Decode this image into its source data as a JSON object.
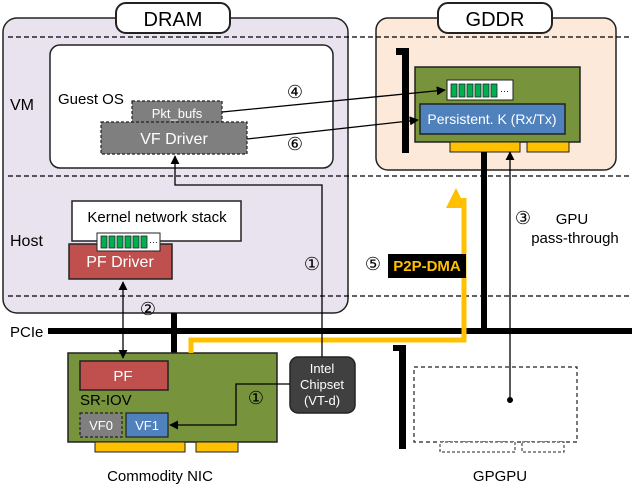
{
  "labels": {
    "dram": "DRAM",
    "gddr": "GDDR",
    "vm": "VM",
    "guest_os": "Guest OS",
    "pkt_bufs": "Pkt_bufs",
    "vf_driver": "VF Driver",
    "host": "Host",
    "kernel_stack": "Kernel network stack",
    "pf_driver": "PF Driver",
    "pcie": "PCIe",
    "pf": "PF",
    "sriov": "SR-IOV",
    "vf0": "VF0",
    "vf1": "VF1",
    "commodity_nic": "Commodity NIC",
    "intel_chipset_line1": "Intel",
    "intel_chipset_line2": "Chipset",
    "intel_chipset_line3": "(VT-d)",
    "persistent_kernel": "Persistent. K (Rx/Tx)",
    "p2p_dma": "P2P-DMA",
    "gpu_passthrough_line1": "GPU",
    "gpu_passthrough_line2": "pass-through",
    "gpgpu": "GPGPU",
    "ellipsis": "···"
  },
  "steps": {
    "s1_host": "①",
    "s1_nic": "①",
    "s2": "②",
    "s3": "③",
    "s4": "④",
    "s5": "⑤",
    "s6": "⑥"
  },
  "colors": {
    "dram_region": "#e8e3ee",
    "gddr_region": "#fde9d9",
    "gpu_board": "#77933c",
    "nic_board": "#77933c",
    "pf_red": "#c0504d",
    "vf_blue": "#4f81bd",
    "buffer_green": "#00b050",
    "p2p_yellow": "#ffc000",
    "chipset_dark": "#404040"
  }
}
